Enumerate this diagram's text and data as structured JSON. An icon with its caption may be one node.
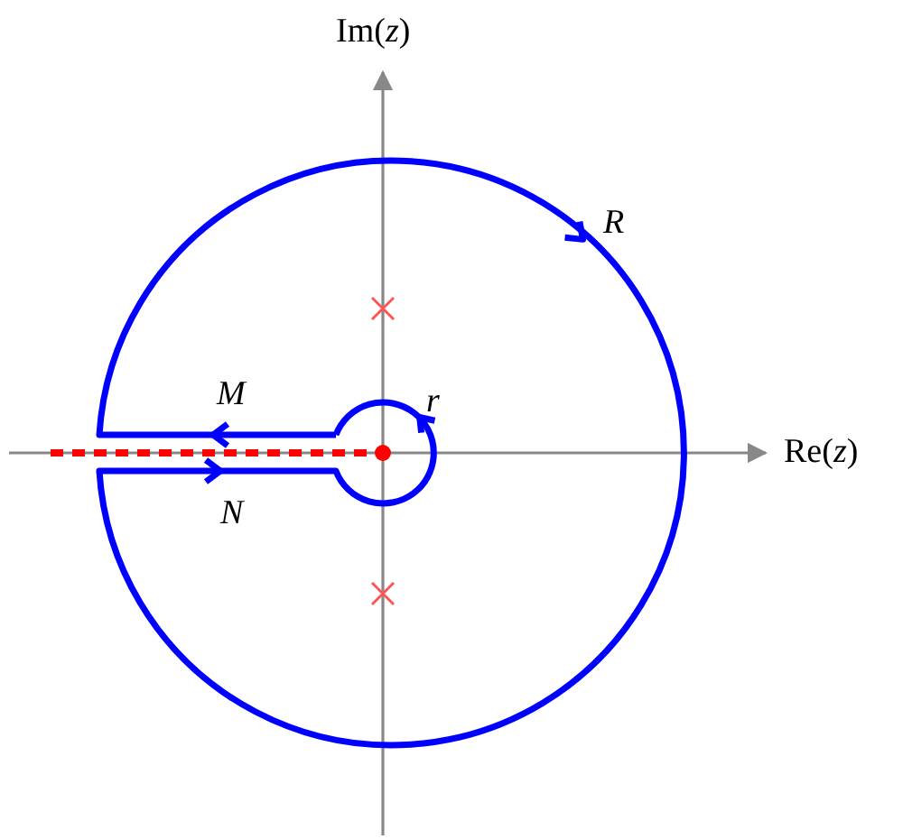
{
  "diagram": {
    "labels": [
      "Im(*z*)",
      "*R*",
      "*M*",
      "*r*",
      "Re(*z*)",
      "*N*"
    ]
  }
}
